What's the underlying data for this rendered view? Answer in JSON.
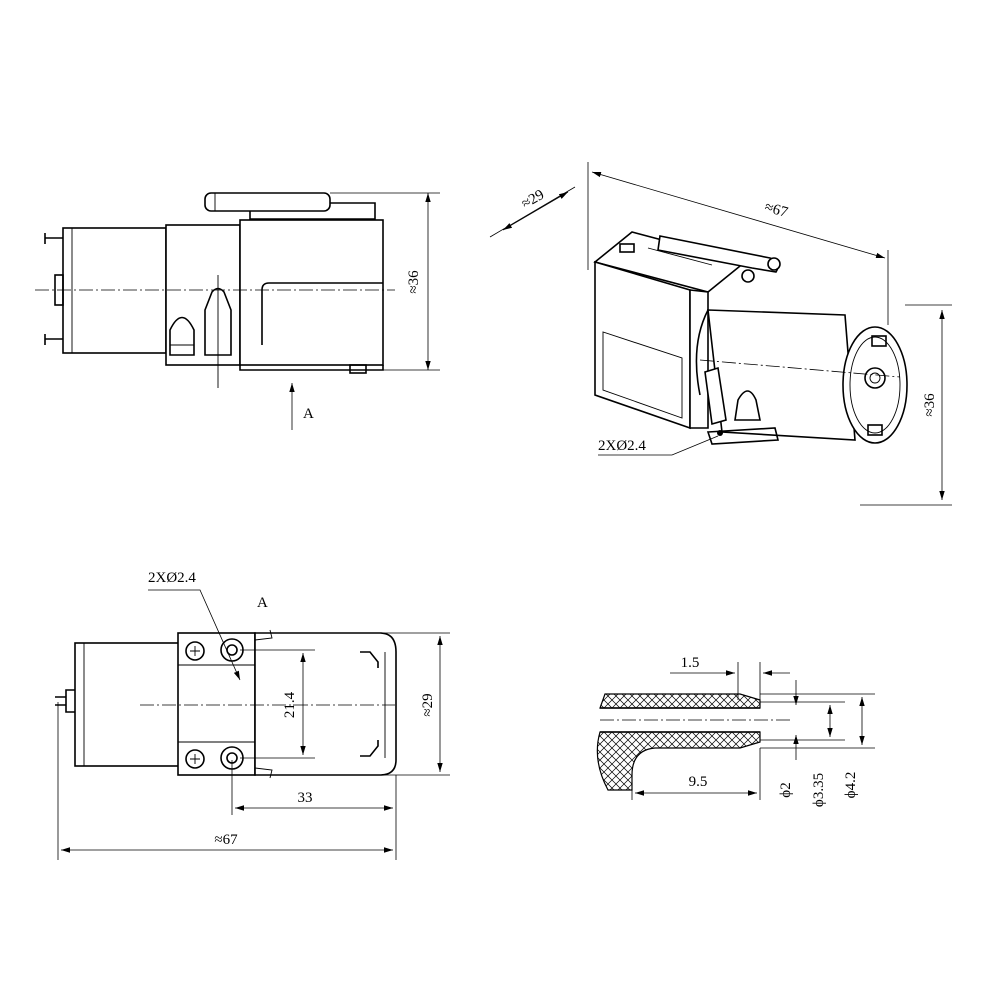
{
  "colors": {
    "line": "#000000",
    "background": "#ffffff"
  },
  "front_view": {
    "height": "≈36",
    "view_label": "A"
  },
  "iso_view": {
    "width": "≈29",
    "length": "≈67",
    "height": "≈36",
    "hole_callout": "2XØ2.4"
  },
  "top_view": {
    "hole_callout": "2XØ2.4",
    "view_label": "A",
    "hole_spacing": "21.4",
    "width": "≈29",
    "mount_length": "33",
    "length": "≈67"
  },
  "tube_section": {
    "wall_length": "1.5",
    "insert_length": "9.5",
    "inner_diameter": "ϕ2",
    "mid_diameter": "ϕ3.35",
    "outer_diameter": "ϕ4.2"
  }
}
